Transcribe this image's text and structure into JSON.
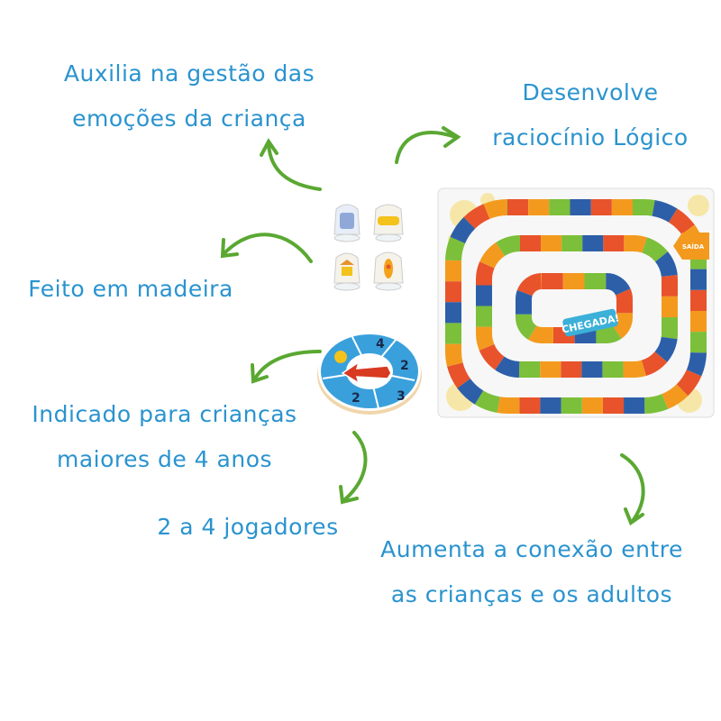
{
  "captions": {
    "emotions": [
      "Auxilia na gestão das",
      "emoções da criança"
    ],
    "logic": [
      "Desenvolve",
      "raciocínio Lógico"
    ],
    "wood": [
      "Feito em madeira"
    ],
    "age": [
      "Indicado para crianças",
      "maiores de 4 anos"
    ],
    "players": [
      "2 a 4 jogadores"
    ],
    "connection": [
      "Aumenta a conexão entre",
      "as crianças e os adultos"
    ]
  },
  "board": {
    "finish_label": "CHEGADA!",
    "start_label": "SAÍDA"
  },
  "spinner": {
    "numbers": [
      "4",
      "2",
      "3",
      "2"
    ]
  },
  "colors": {
    "text": "#2a93cf",
    "arrow": "#5aa832",
    "track": [
      "#e8532b",
      "#f39a1e",
      "#7cbf3a",
      "#2d5fa8"
    ]
  }
}
